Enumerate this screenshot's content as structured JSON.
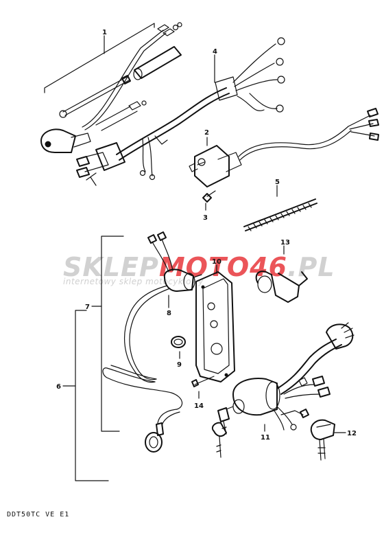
{
  "diagram": {
    "part_numbers": [
      "1",
      "2",
      "3",
      "4",
      "5",
      "6",
      "7",
      "8",
      "9",
      "10",
      "11",
      "12",
      "13",
      "14"
    ],
    "footer_code": "DDT50TC VE E1"
  },
  "watermark": {
    "brand_a": "SKLEP",
    "brand_b": "MOTO46",
    "brand_c": ".PL",
    "tagline": "internetowy sklep motocyklowy",
    "colors": {
      "gray": "#c9c9c9",
      "red": "#e8383d"
    }
  }
}
